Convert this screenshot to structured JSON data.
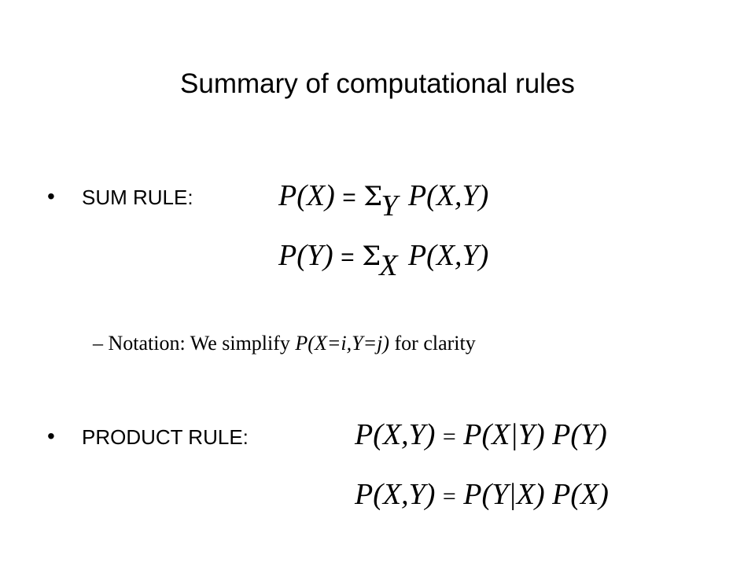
{
  "title": "Summary of computational rules",
  "bullet_char": "•",
  "sum_rule": {
    "label": "SUM RULE:",
    "eq1": {
      "lhs": "P(X)",
      "eq": "=",
      "sigma": "Σ",
      "sub": "Y",
      "rhs": "P(X,Y)"
    },
    "eq2": {
      "lhs": "P(Y)",
      "eq": "=",
      "sigma": "Σ",
      "sub": "X",
      "rhs": "P(X,Y)"
    }
  },
  "notation": {
    "dash": "–",
    "text_before": "Notation: We simplify",
    "expr": "P(X=i,Y=j)",
    "text_after": "for clarity"
  },
  "product_rule": {
    "label": "PRODUCT RULE:",
    "eq1": {
      "lhs": "P(X,Y)",
      "eq": "=",
      "rhs": "P(X|Y) P(Y)"
    },
    "eq2": {
      "lhs": "P(X,Y)",
      "eq": "=",
      "rhs": "P(Y|X) P(X)"
    }
  }
}
